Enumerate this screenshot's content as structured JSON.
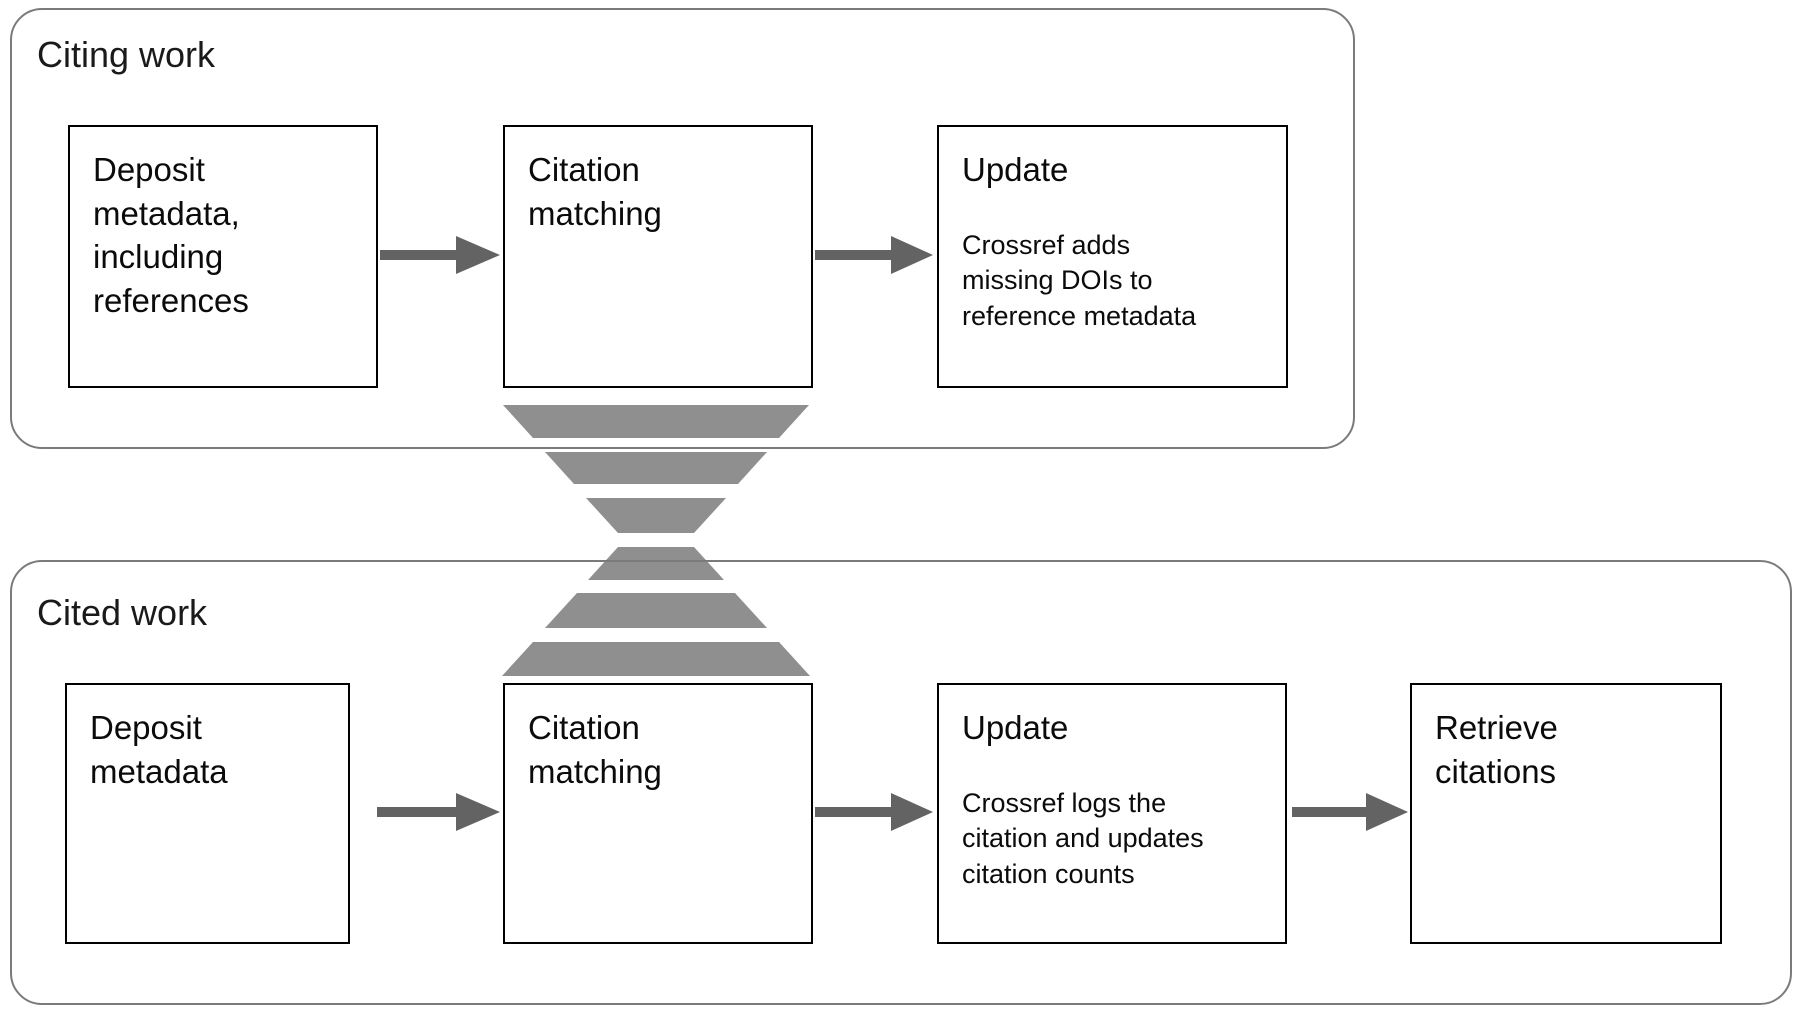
{
  "citing_work": {
    "label": "Citing work",
    "boxes": [
      {
        "title": "Deposit\nmetadata,\nincluding\nreferences",
        "body": ""
      },
      {
        "title": "Citation\nmatching",
        "body": ""
      },
      {
        "title": "Update",
        "body": "Crossref adds\nmissing DOIs to\nreference metadata"
      }
    ]
  },
  "cited_work": {
    "label": "Cited work",
    "boxes": [
      {
        "title": "Deposit\nmetadata",
        "body": ""
      },
      {
        "title": "Citation\nmatching",
        "body": ""
      },
      {
        "title": "Update",
        "body": "Crossref logs the\ncitation and updates\ncitation counts"
      },
      {
        "title": "Retrieve\ncitations",
        "body": ""
      }
    ]
  },
  "colors": {
    "background": "#ffffff",
    "text": "#111111",
    "box_border": "#000000",
    "container_border": "#7b7b7b",
    "arrow": "#636363",
    "funnel": "#8f8f8f"
  }
}
